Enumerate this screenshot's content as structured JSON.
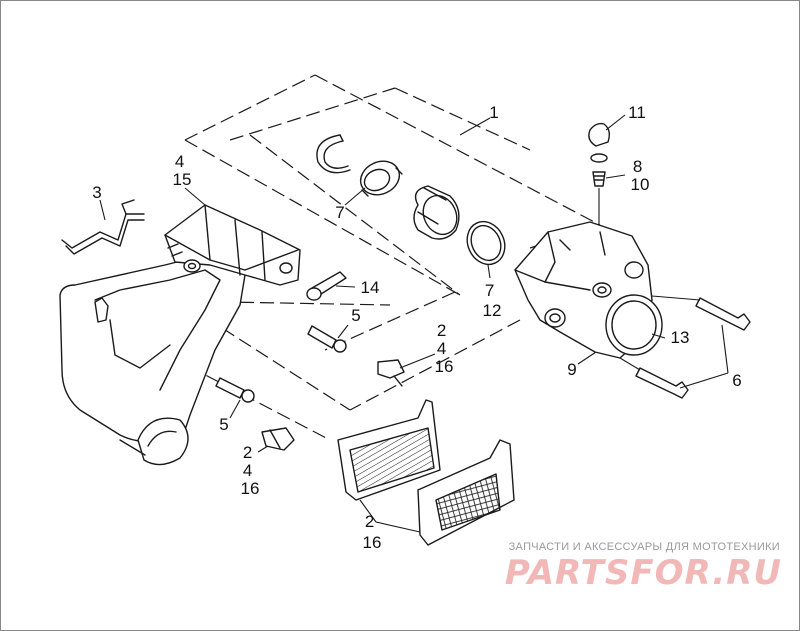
{
  "callouts": [
    {
      "id": "c1",
      "lines": [
        "1"
      ]
    },
    {
      "id": "c4-15",
      "lines": [
        "4",
        "15"
      ]
    },
    {
      "id": "c3",
      "lines": [
        "3"
      ]
    },
    {
      "id": "c11",
      "lines": [
        "11"
      ]
    },
    {
      "id": "c8-10",
      "lines": [
        "8",
        "10"
      ]
    },
    {
      "id": "c7a",
      "lines": [
        "7"
      ]
    },
    {
      "id": "c7-12",
      "lines": [
        "7",
        "12"
      ]
    },
    {
      "id": "c14",
      "lines": [
        "14"
      ]
    },
    {
      "id": "c5a",
      "lines": [
        "5"
      ]
    },
    {
      "id": "c2-4-16a",
      "lines": [
        "2",
        "4",
        "16"
      ]
    },
    {
      "id": "c13",
      "lines": [
        "13"
      ]
    },
    {
      "id": "c9",
      "lines": [
        "9"
      ]
    },
    {
      "id": "c6",
      "lines": [
        "6"
      ]
    },
    {
      "id": "c5b",
      "lines": [
        "5"
      ]
    },
    {
      "id": "c2-4-16b",
      "lines": [
        "2",
        "4",
        "16"
      ]
    },
    {
      "id": "c2-16",
      "lines": [
        "2",
        "16"
      ]
    }
  ],
  "watermark": {
    "tagline": "ЗАПЧАСТИ И АКСЕССУАРЫ ДЛЯ МОТОТЕХНИКИ",
    "brand": "PARTSFOR.RU",
    "color": "#f2b8b8"
  },
  "colors": {
    "line": "#1a1a1a",
    "background": "#ffffff",
    "frame": "#888888"
  }
}
